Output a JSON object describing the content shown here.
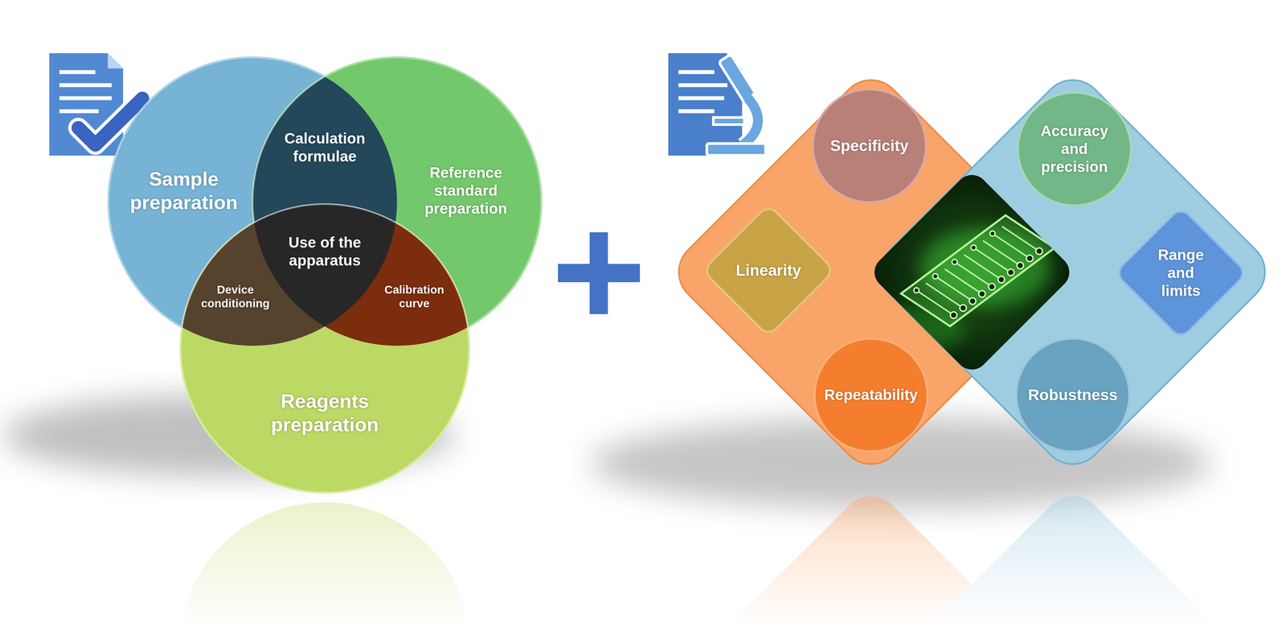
{
  "diagram": {
    "nodes": [
      {
        "text": [
          "Sample preparation"
        ]
      },
      {
        "text": [
          "Calculation formulae"
        ]
      },
      {
        "text": [
          "Reference standard preparation"
        ]
      },
      {
        "text": [
          "Use of the apparatus"
        ]
      },
      {
        "text": [
          "Device conditioning"
        ]
      },
      {
        "text": [
          "Calibration curve"
        ]
      },
      {
        "text": [
          "Reagents preparation"
        ]
      },
      {
        "text": [
          "Specificity"
        ]
      },
      {
        "text": [
          "Accuracy and precision"
        ]
      },
      {
        "text": [
          "Linearity"
        ]
      },
      {
        "text": [
          "Range and limits"
        ]
      },
      {
        "text": [
          "Repeatability"
        ]
      },
      {
        "text": [
          "Robustness"
        ]
      }
    ]
  }
}
